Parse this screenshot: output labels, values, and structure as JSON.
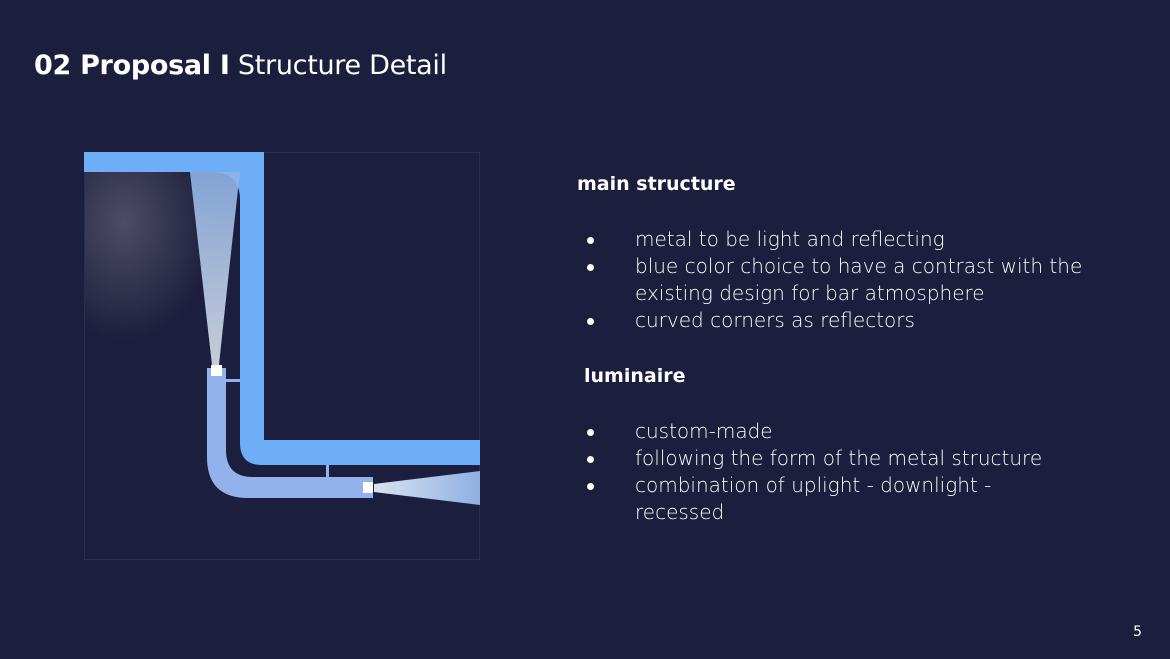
{
  "title": {
    "bold": "02 Proposal I",
    "light": "Structure Detail"
  },
  "sections": [
    {
      "heading": "main structure",
      "bullets": [
        "metal to be light and reflecting",
        "blue color choice  to have a contrast with the existing design for bar atmosphere",
        "curved corners as reflectors"
      ]
    },
    {
      "heading": "luminaire",
      "bullets": [
        "custom-made",
        "following the form of the metal structure",
        "combination of uplight - downlight - recessed"
      ]
    }
  ],
  "page_number": "5",
  "colors": {
    "background": "#1b1e3c",
    "structure": "#6eaef7",
    "luminaire": "#93b1ea"
  }
}
